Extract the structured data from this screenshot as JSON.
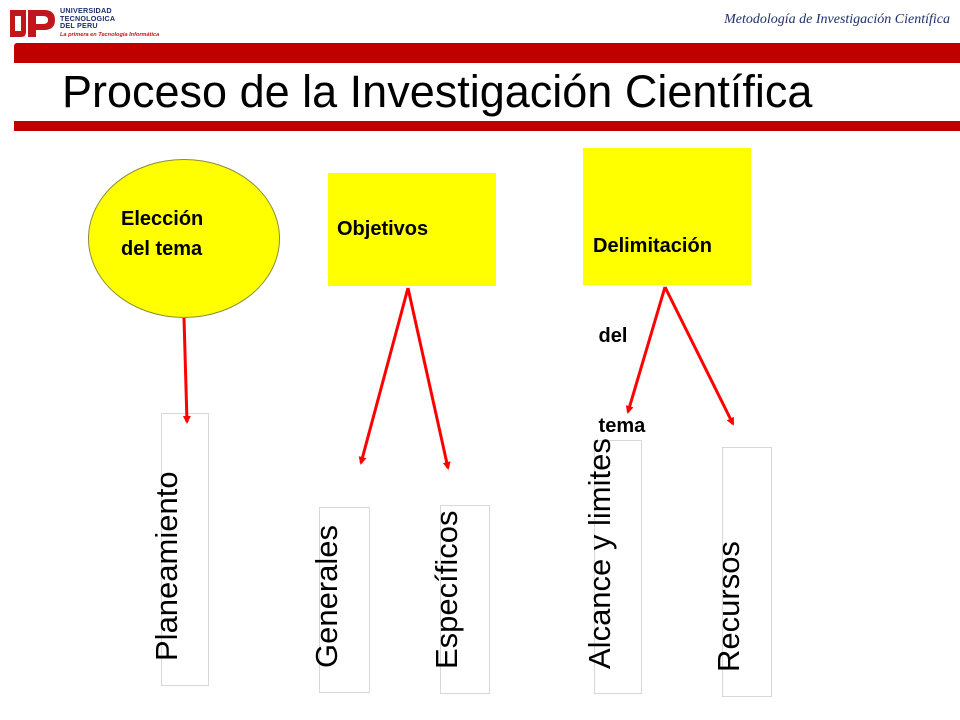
{
  "header": {
    "logo": {
      "lines": [
        "UNIVERSIDAD",
        "TECNOLOGICA",
        "DEL PERU"
      ],
      "slogan": "La primera en Tecnología Informática"
    },
    "caption": "Metodología de Investigación Científica"
  },
  "title": "Proceso de la Investigación Científica",
  "nodes": {
    "eleccion": {
      "lines": [
        "Elección",
        "del tema"
      ]
    },
    "objetivos": {
      "lines": [
        "Objetivos"
      ]
    },
    "delimitacion": {
      "lines": [
        "Delimitación",
        " del",
        " tema"
      ]
    }
  },
  "leaves": {
    "planeamiento": "Planeamiento",
    "generales": "Generales",
    "especificos": "Específicos",
    "alcance": "Alcance y limites",
    "recursos": "Recursos"
  },
  "colors": {
    "accent_red": "#c00000",
    "node_fill": "#ffff00",
    "arrow": "#ff0000",
    "logo_blue": "#1d2f6b"
  }
}
